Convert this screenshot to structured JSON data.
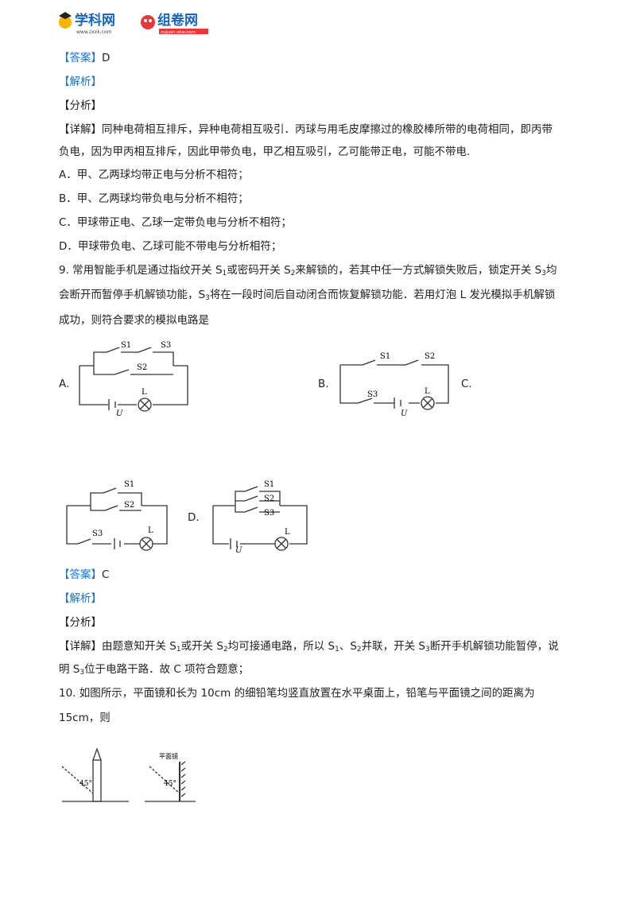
{
  "header": {
    "logo1_text": "学科网",
    "logo1_url": "www.zxxk.com",
    "logo2_text": "组卷网",
    "logo2_url": "zujuan.xkw.com"
  },
  "q8": {
    "answer_tag": "【答案】",
    "answer": "D",
    "jiexi_tag": "【解析】",
    "fenxi_tag": "【分析】",
    "detail_tag": "【详解】",
    "detail_line1": "同种电荷相互排斥，异种电荷相互吸引．丙球与用毛皮摩擦过的橡胶棒所带的电荷相同，即丙带",
    "detail_line2": "负电，因为甲丙相互排斥，因此甲带负电，甲乙相互吸引，乙可能带正电，可能不带电.",
    "optA": "A．甲、乙两球均带正电与分析不相符；",
    "optB": "B．甲、乙两球均带负电与分析不相符；",
    "optC": "C．甲球带正电、乙球一定带负电与分析不相符；",
    "optD": "D．甲球带负电、乙球可能不带电与分析相符；"
  },
  "q9": {
    "line1_a": "9. 常用智能手机是通过指纹开关 S",
    "line1_s1": "1",
    "line1_b": "或密码开关 S",
    "line1_s2": "2",
    "line1_c": "来解锁的，若其中任一方式解锁失败后，锁定开关 S",
    "line1_s3": "3",
    "line1_d": "均",
    "line2_a": "会断开而暂停手机解锁功能，S",
    "line2_s3": "3",
    "line2_b": "将在一段时间后自动闭合而恢复解锁功能．若用灯泡 L 发光模拟手机解锁",
    "line3": "成功，则符合要求的模拟电路是",
    "labelA": "A.",
    "labelB": "B.",
    "labelC": "C.",
    "labelD": "D.",
    "circuit_text": {
      "s1": "S1",
      "s2": "S2",
      "s3": "S3",
      "L": "L",
      "U": "U"
    },
    "answer_tag": "【答案】",
    "answer": "C",
    "jiexi_tag": "【解析】",
    "fenxi_tag": "【分析】",
    "detail_tag": "【详解】",
    "detail1_a": "由题意知开关 S",
    "detail1_s1": "1",
    "detail1_b": "或开关 S",
    "detail1_s2": "2",
    "detail1_c": "均可接通电路，所以 S",
    "detail1_s1b": "1",
    "detail1_d": "、S",
    "detail1_s2b": "2",
    "detail1_e": "并联，开关 S",
    "detail1_s3": "3",
    "detail1_f": "断开手机解锁功能暂停，说",
    "detail2_a": "明 S",
    "detail2_s3": "3",
    "detail2_b": "位于电路干路．故 C 项符合题意；"
  },
  "q10": {
    "line1": "10. 如图所示，平面镜和长为 10cm 的细铅笔均竖直放置在水平桌面上，铅笔与平面镜之间的距离为",
    "line2": "15cm，则",
    "angle1": "45°",
    "angle2": "45°",
    "mirror_label": "平面镜"
  },
  "colors": {
    "tag_blue": "#1a73c8",
    "text": "#222222",
    "logo_blue": "#1565c0",
    "logo_red": "#e53935"
  }
}
